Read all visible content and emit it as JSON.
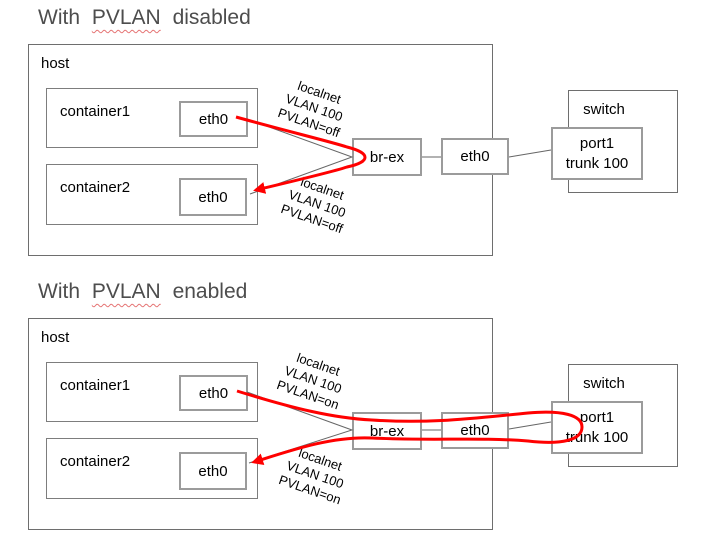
{
  "colors": {
    "arrow_red": "#ff0000",
    "outer_border_gray": "#6e6e6e",
    "inner_border_gray": "#9b9b9b",
    "connector_gray": "#666666",
    "title_gray": "#4d4d4d",
    "squiggle_pink": "#e57373"
  },
  "diagrams": [
    {
      "title": {
        "prefix": "With",
        "keyword": "PVLAN",
        "suffix": "disabled"
      },
      "host": {
        "label": "host"
      },
      "containers": [
        {
          "label": "container1",
          "nic_label": "eth0"
        },
        {
          "label": "container2",
          "nic_label": "eth0"
        }
      ],
      "bridge": {
        "label": "br-ex"
      },
      "host_nic": {
        "label": "eth0"
      },
      "switch": {
        "label": "switch",
        "port_label": "port1",
        "port_trunk": "trunk 100"
      },
      "flow_labels": {
        "to_bridge": {
          "lines": [
            "localnet",
            "VLAN 100",
            "PVLAN=off"
          ]
        },
        "from_bridge": {
          "lines": [
            "localnet",
            "VLAN 100",
            "PVLAN=off"
          ]
        }
      }
    },
    {
      "title": {
        "prefix": "With",
        "keyword": "PVLAN",
        "suffix": "enabled"
      },
      "host": {
        "label": "host"
      },
      "containers": [
        {
          "label": "container1",
          "nic_label": "eth0"
        },
        {
          "label": "container2",
          "nic_label": "eth0"
        }
      ],
      "bridge": {
        "label": "br-ex"
      },
      "host_nic": {
        "label": "eth0"
      },
      "switch": {
        "label": "switch",
        "port_label": "port1",
        "port_trunk": "trunk 100"
      },
      "flow_labels": {
        "to_bridge": {
          "lines": [
            "localnet",
            "VLAN 100",
            "PVLAN=on"
          ]
        },
        "from_bridge": {
          "lines": [
            "localnet",
            "VLAN 100",
            "PVLAN=on"
          ]
        }
      }
    }
  ]
}
